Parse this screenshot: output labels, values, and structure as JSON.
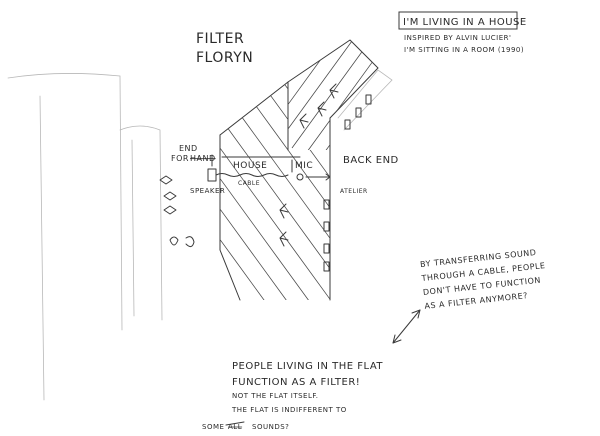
{
  "title_box": {
    "title": "I'M LIVING IN A HOUSE",
    "line1": "INSPIRED BY ALVIN LUCIER'",
    "line2": "I'M SITTING IN A ROOM (1990)"
  },
  "filter_label": {
    "line1": "FILTER",
    "line2": "FLORYN"
  },
  "labels": {
    "end_for": "END",
    "end_for2": "FOR",
    "end_for_strike": "HAND",
    "speaker": "SPEAKER",
    "house": "HOUSE",
    "cable": "CABLE",
    "mic": "MIC",
    "back_end": "BACK END",
    "atelier": "ATELIER"
  },
  "note_right": {
    "line1": "BY TRANSFERRING SOUND",
    "line2": "THROUGH A CABLE, PEOPLE",
    "line3": "DON'T HAVE TO FUNCTION",
    "line4": "AS A FILTER ANYMORE?"
  },
  "note_bottom": {
    "line1": "PEOPLE LIVING IN THE FLAT",
    "line2": "FUNCTION AS A FILTER!",
    "line3": "NOT THE FLAT ITSELF.",
    "line4": "THE FLAT IS INDIFFERENT TO",
    "line5_pre": "SOME",
    "line5_strike": "ALL",
    "line5_post": "SOUNDS?"
  }
}
